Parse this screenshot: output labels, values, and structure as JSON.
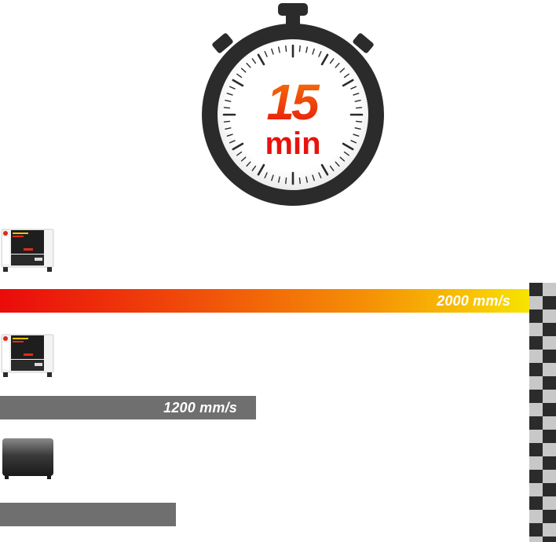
{
  "timer": {
    "number": "15",
    "unit": "min"
  },
  "bars": {
    "fast": {
      "label": "2000 mm/s",
      "level": 1.0
    },
    "mid": {
      "label": "1200 mm/s",
      "level": 0.6
    },
    "slow": {
      "label": "",
      "level": 0.4
    }
  },
  "colors": {
    "accent_red": "#ea0b0b",
    "accent_orange": "#f59206",
    "accent_yellow": "#f6e400",
    "bar_gray": "#6f6f6f",
    "dark": "#2b2b2b"
  },
  "icons": {
    "timer": "stopwatch-icon",
    "finish": "checkered-flag-icon"
  }
}
